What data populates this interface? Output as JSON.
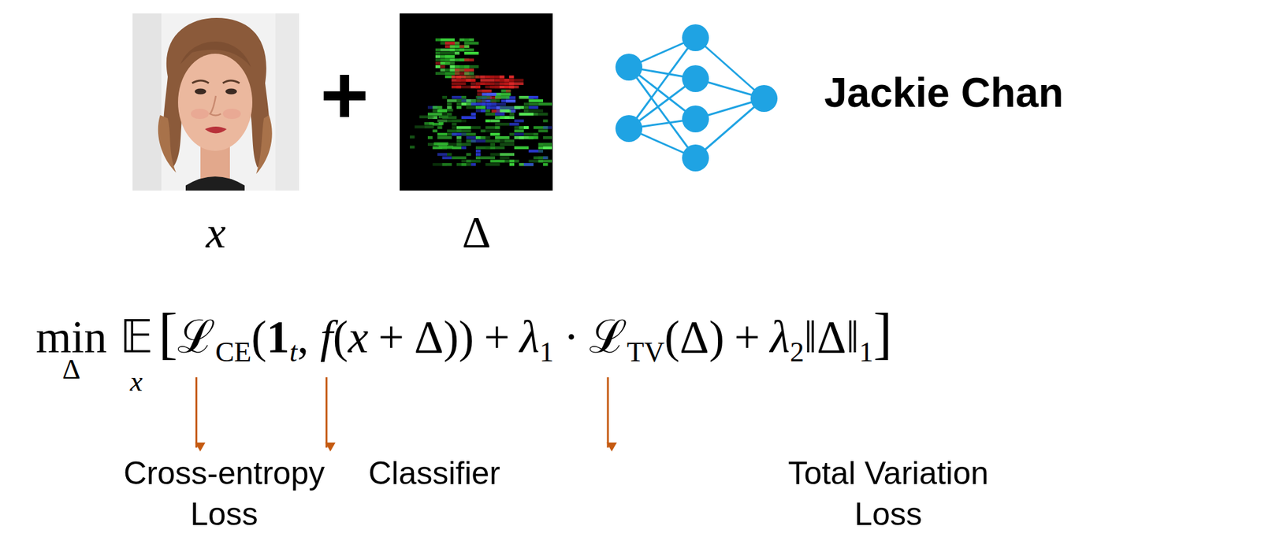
{
  "diagram": {
    "labels": [
      "+",
      "Jackie Chan",
      "x",
      "Δ",
      "min",
      "Δ",
      "𝔼",
      "x",
      "[",
      "ℒ",
      "CE",
      "(",
      "1",
      "t",
      ",",
      "f",
      "(",
      "x",
      "+",
      "Δ))",
      "+",
      "λ",
      "1",
      "·",
      "ℒ",
      "TV",
      "(Δ)",
      "+",
      "λ",
      "2",
      "‖Δ‖",
      "1",
      "]",
      "Cross-entropy Loss",
      "Classifier",
      "Total Variation Loss"
    ]
  }
}
